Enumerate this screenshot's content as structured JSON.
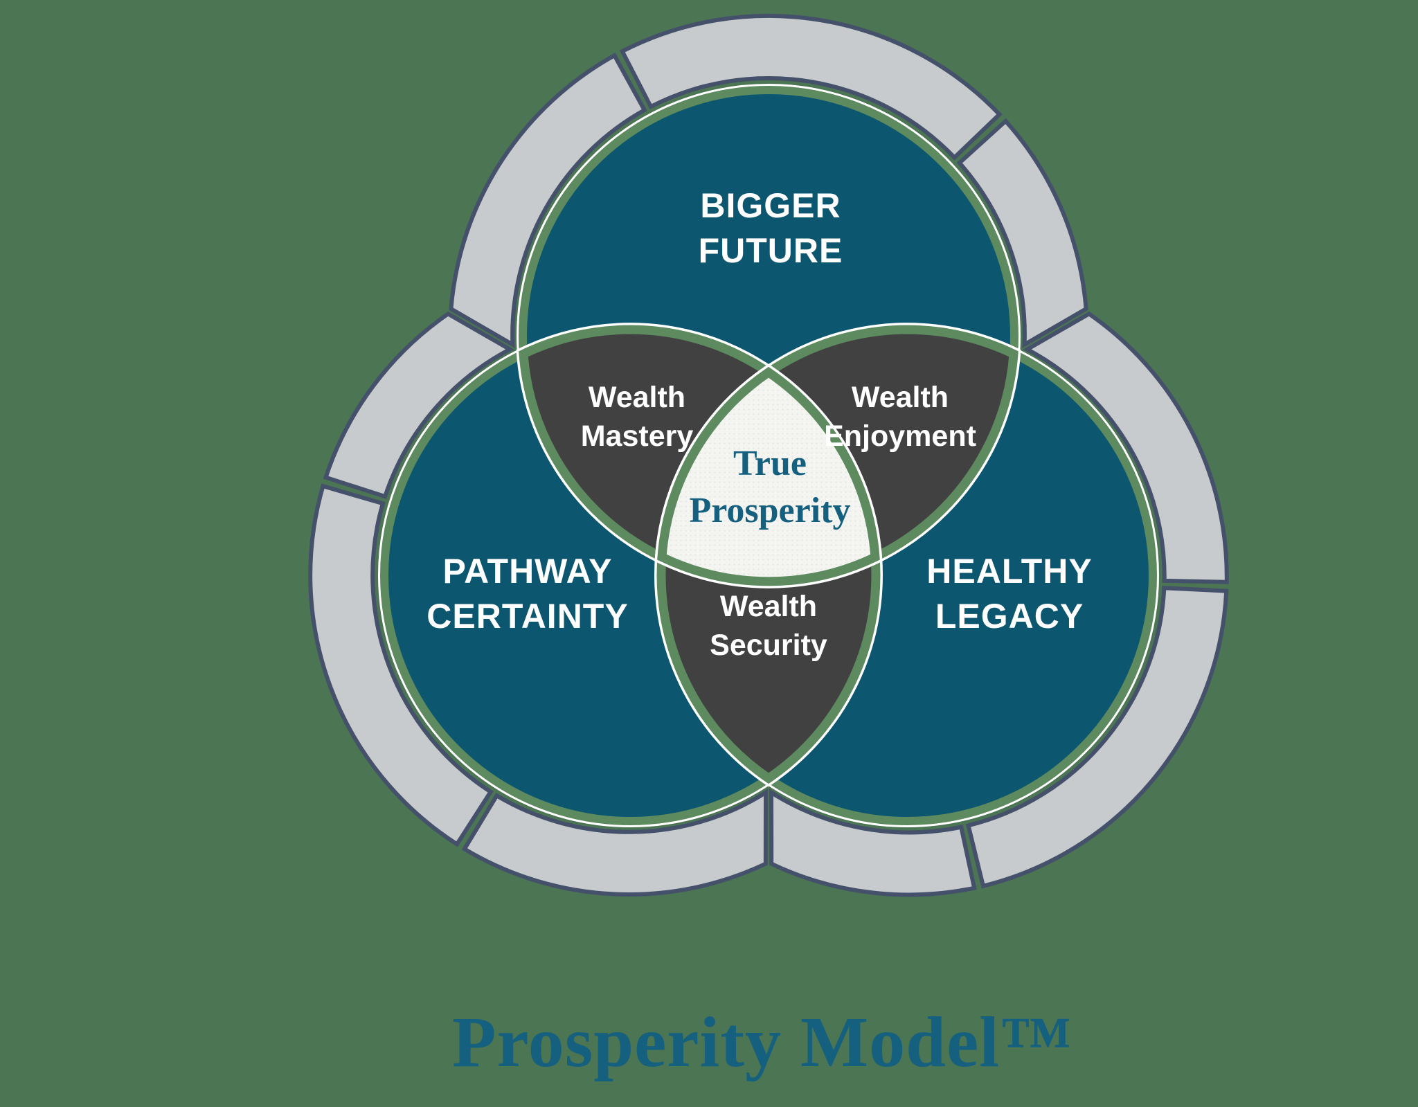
{
  "title": "Prosperity Model™",
  "diagram": {
    "circles": [
      {
        "id": "bigger-future",
        "line1": "BIGGER",
        "line2": "FUTURE"
      },
      {
        "id": "pathway-certainty",
        "line1": "PATHWAY",
        "line2": "CERTAINTY"
      },
      {
        "id": "healthy-legacy",
        "line1": "HEALTHY",
        "line2": "LEGACY"
      }
    ],
    "overlaps": [
      {
        "id": "wealth-mastery",
        "line1": "Wealth",
        "line2": "Mastery"
      },
      {
        "id": "wealth-enjoyment",
        "line1": "Wealth",
        "line2": "Enjoyment"
      },
      {
        "id": "wealth-security",
        "line1": "Wealth",
        "line2": "Security"
      }
    ],
    "center": {
      "line1": "True",
      "line2": "Prosperity"
    }
  },
  "theme": {
    "background_green": "#4b7553",
    "circle_teal": "#0c5670",
    "border_green": "#5e8a60",
    "ring_gray": "#c7cbce",
    "ring_outline_navy": "#45516b",
    "overlap_dark": "#414141",
    "center_light": "#f4f4f1",
    "edge_white": "#ffffff",
    "title_teal": "#16607f"
  }
}
